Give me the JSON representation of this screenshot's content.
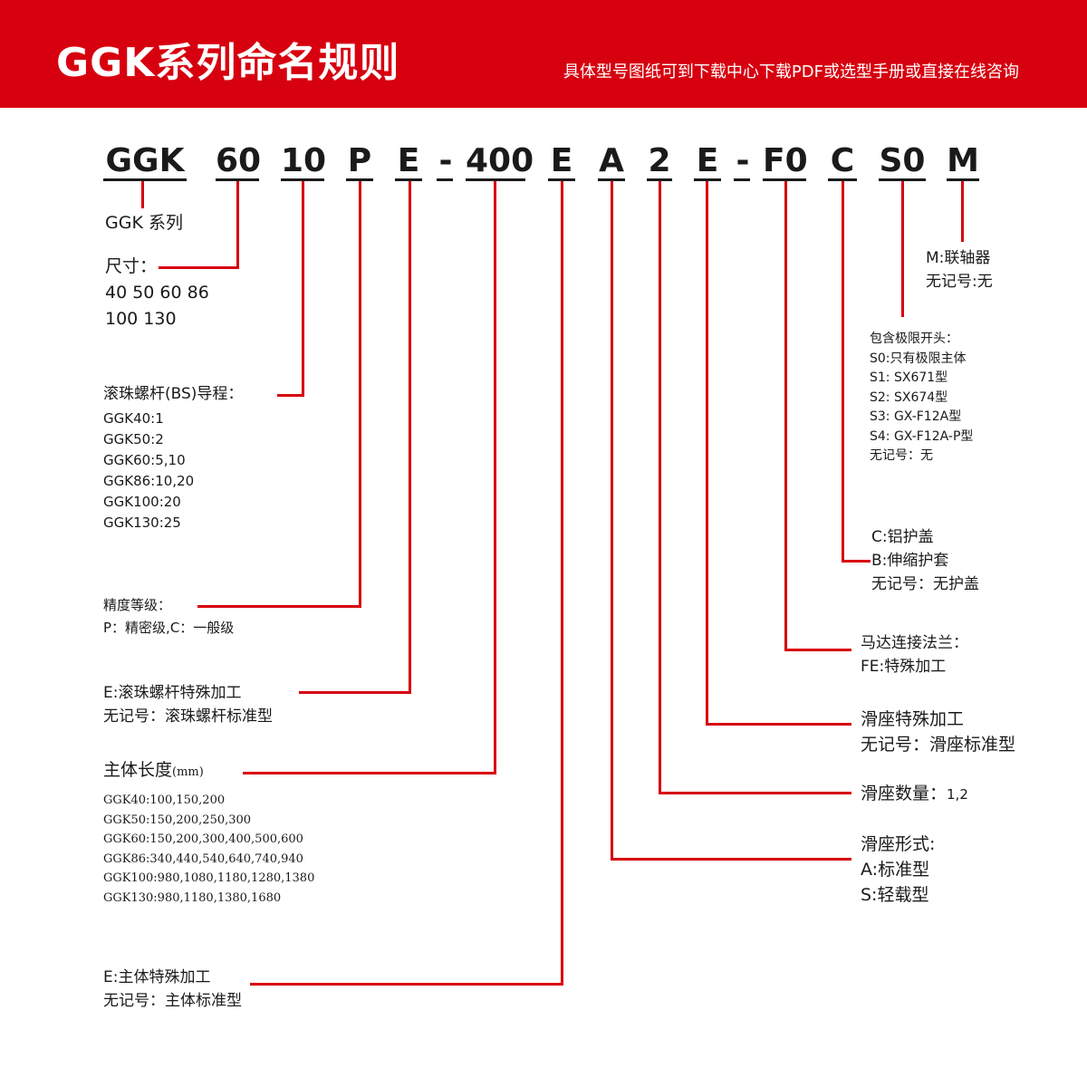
{
  "header": {
    "title": "GGK系列命名规则",
    "subtitle": "具体型号图纸可到下载中心下载PDF或选型手册或直接在线咨询",
    "color": "#d7000f"
  },
  "code": {
    "segments": [
      "GGK",
      "60",
      "10",
      "P",
      "E",
      "-",
      "400",
      "E",
      "A",
      "2",
      "E",
      "-",
      "F0",
      "C",
      "S0",
      "M"
    ]
  },
  "series": {
    "label": "GGK 系列"
  },
  "size": {
    "label": "尺寸：",
    "values": [
      "40 50 60 86",
      "100 130"
    ]
  },
  "lead": {
    "label": "滚珠螺杆(BS)导程：",
    "values": [
      "GGK40:1",
      "GGK50:2",
      "GGK60:5,10",
      "GGK86:10,20",
      "GGK100:20",
      "GGK130:25"
    ]
  },
  "precision": {
    "label": "精度等级：",
    "value": "P：精密级,C：一般级"
  },
  "screw_special": {
    "line1": "E:滚珠螺杆特殊加工",
    "line2": "无记号：滚珠螺杆标准型"
  },
  "body_length": {
    "label": "主体长度",
    "unit": "(mm)",
    "values": [
      "GGK40:100,150,200",
      "GGK50:150,200,250,300",
      "GGK60:150,200,300,400,500,600",
      "GGK86:340,440,540,640,740,940",
      "GGK100:980,1080,1180,1280,1380",
      "GGK130:980,1180,1380,1680"
    ]
  },
  "body_special": {
    "line1": "E:主体特殊加工",
    "line2": "无记号：主体标准型"
  },
  "motor": {
    "label": "M:联轴器",
    "none": "无记号:无"
  },
  "limit_switch": {
    "label": "包含极限开头：",
    "values": [
      "S0:只有极限主体",
      "S1: SX671型",
      "S2: SX674型",
      "S3: GX-F12A型",
      "S4: GX-F12A-P型",
      "无记号：无"
    ]
  },
  "cover": {
    "values": [
      "C:铝护盖",
      "B:伸缩护套",
      "无记号：无护盖"
    ]
  },
  "flange": {
    "label": "马达连接法兰：",
    "value": "FE:特殊加工"
  },
  "slider_special": {
    "line1": "滑座特殊加工",
    "line2": "无记号：滑座标准型"
  },
  "slider_count": {
    "label": "滑座数量：",
    "value": "1,2"
  },
  "slider_type": {
    "label": "滑座形式:",
    "values": [
      "A:标准型",
      "S:轻载型"
    ]
  }
}
